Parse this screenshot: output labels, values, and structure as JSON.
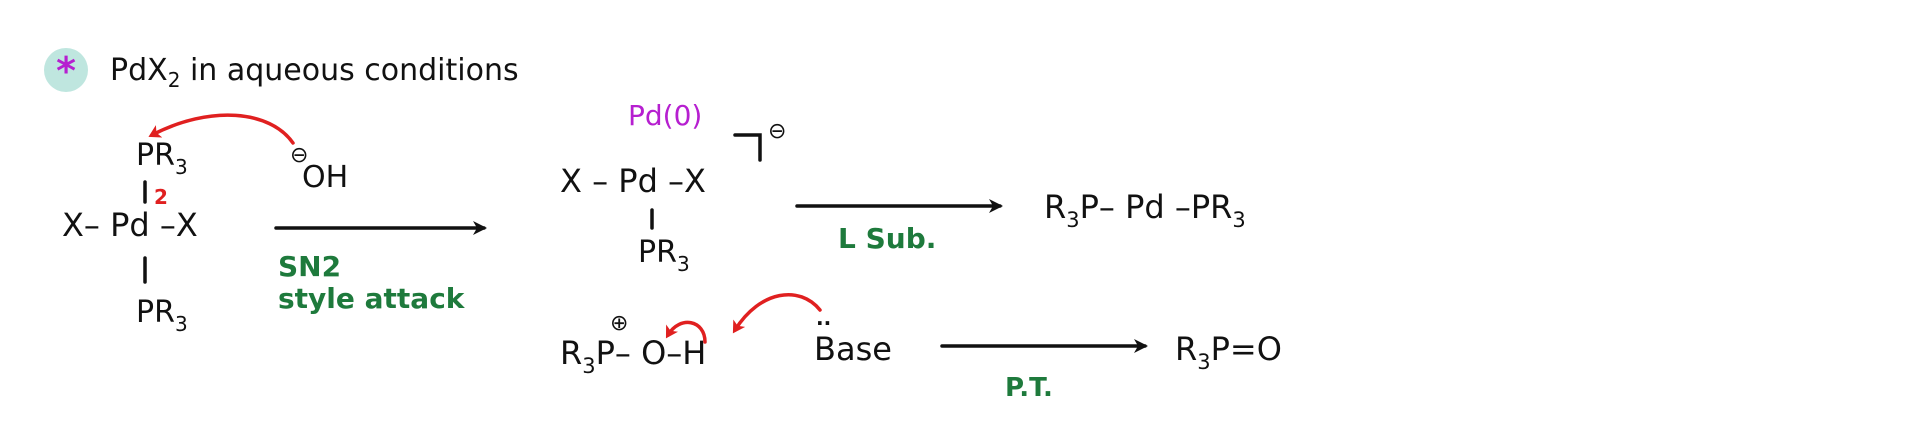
{
  "header": {
    "bullet_symbol": "*",
    "title_pre": "PdX",
    "title_sub": "2",
    "title_post": " in aqueous conditions"
  },
  "complex1": {
    "top_ligand": "PR",
    "top_ligand_sub": "3",
    "center": "X– Pd –X",
    "bottom_ligand": "PR",
    "bottom_ligand_sub": "3",
    "red_mark": "2"
  },
  "hydroxide": {
    "charge": "⊖",
    "label": "OH"
  },
  "arrow1": {
    "label_line1": "SN2",
    "label_line2": "style attack"
  },
  "complex2": {
    "oxidation_label": "Pd(0)",
    "center": "X – Pd –X",
    "bottom_ligand": "PR",
    "bottom_ligand_sub": "3",
    "charge": "⊖"
  },
  "arrow2": {
    "label": "L Sub."
  },
  "product1": {
    "p1": "R",
    "p1_sub": "3",
    "p1_rest": "P– Pd –PR",
    "p1_end_sub": "3"
  },
  "oxide": {
    "charge": "⊕",
    "r": "R",
    "r_sub": "3",
    "rest": "P– O–H"
  },
  "base": {
    "lone_pair": "··",
    "label": "Base"
  },
  "arrow3": {
    "label": "P.T."
  },
  "product2": {
    "r": "R",
    "r_sub": "3",
    "rest": "P=O"
  },
  "colors": {
    "ink": "#111111",
    "green": "#1e7a3c",
    "purple": "#b61fd0",
    "red": "#e02020",
    "bullet_bg": "#bfe6df"
  }
}
